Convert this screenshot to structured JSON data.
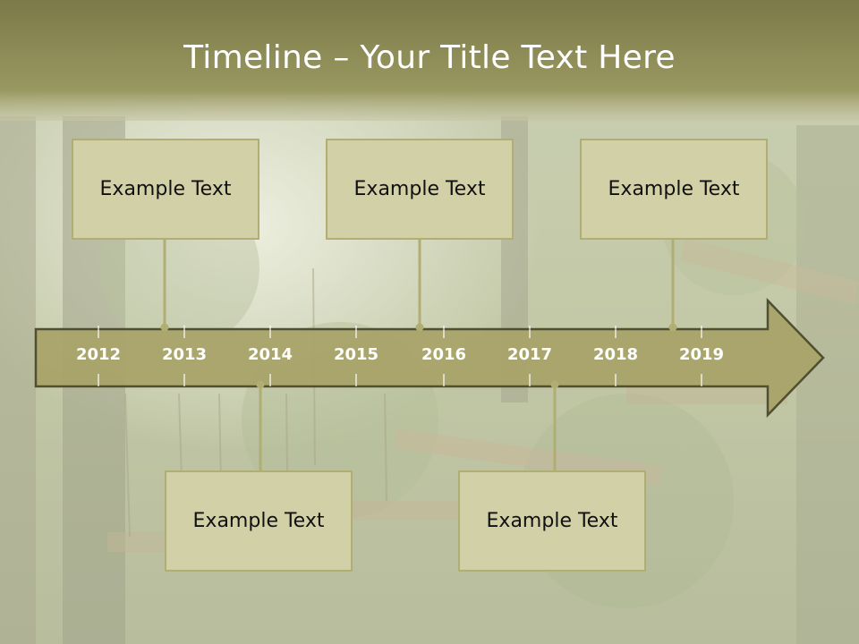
{
  "title": "Timeline – Your Title Text Here",
  "colors": {
    "title_bar": "#8b8a57",
    "box_fill": "#d2d0a6",
    "box_border": "#b1ae74",
    "arrow_fill": "#a9a46a",
    "arrow_border": "#4a4a2a",
    "connector": "#b1ae74",
    "year_text": "#ffffff"
  },
  "years": [
    "2012",
    "2013",
    "2014",
    "2015",
    "2016",
    "2017",
    "2018",
    "2019"
  ],
  "events": [
    {
      "label": "Example Text",
      "position": "above"
    },
    {
      "label": "Example Text",
      "position": "above"
    },
    {
      "label": "Example Text",
      "position": "above"
    },
    {
      "label": "Example Text",
      "position": "below"
    },
    {
      "label": "Example Text",
      "position": "below"
    }
  ]
}
